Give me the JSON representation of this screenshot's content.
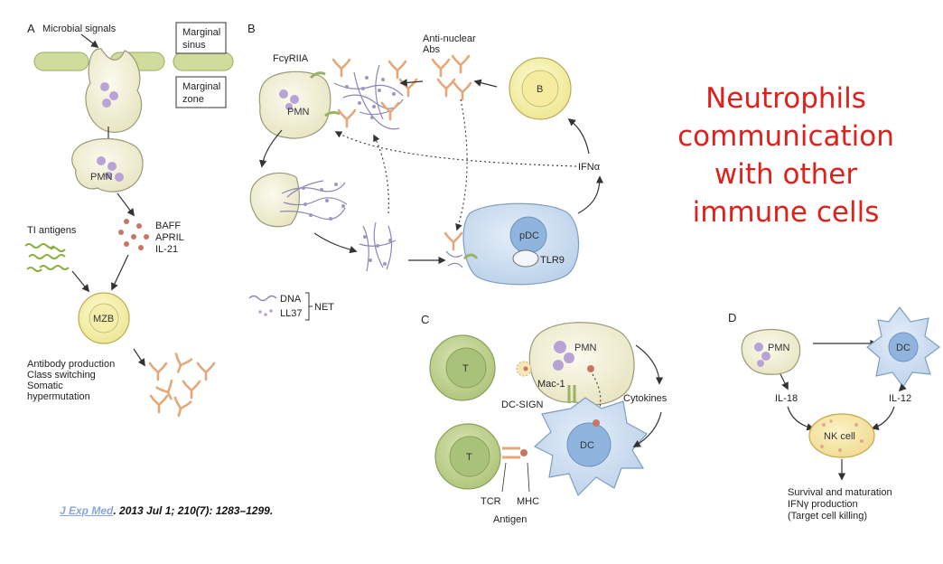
{
  "headline": [
    "Neutrophils",
    "communication",
    "with other",
    "immune cells"
  ],
  "citation": {
    "journal": "J Exp Med",
    "rest": ". 2013 Jul 1; 210(7): 1283–1299."
  },
  "panel_a": {
    "letter": "A",
    "microbial_signals": "Microbial signals",
    "marginal_sinus": [
      "Marginal",
      "sinus"
    ],
    "marginal_zone": [
      "Marginal",
      "zone"
    ],
    "pmn": "PMN",
    "ti_antigens": "TI antigens",
    "factors": [
      "BAFF",
      "APRIL",
      "IL-21"
    ],
    "mzb": "MZB",
    "outcomes": [
      "Antibody production",
      "Class switching",
      "Somatic",
      "hypermutation"
    ]
  },
  "panel_b": {
    "letter": "B",
    "fcr": "FcγRIIA",
    "pmn": "PMN",
    "anti_nuclear": [
      "Anti-nuclear",
      "Abs"
    ],
    "b_cell": "B",
    "ifn": "IFNα",
    "pdc": "pDC",
    "tlr9": "TLR9",
    "legend_dna": "DNA",
    "legend_ll37": "LL37",
    "legend_net": "NET"
  },
  "panel_c": {
    "letter": "C",
    "t": "T",
    "pmn": "PMN",
    "mac1": "Mac-1",
    "dcsign": "DC-SIGN",
    "cytokines": "Cytokines",
    "dc": "DC",
    "tcr": "TCR",
    "mhc": "MHC",
    "antigen": "Antigen"
  },
  "panel_d": {
    "letter": "D",
    "pmn": "PMN",
    "dc": "DC",
    "il18": "IL-18",
    "il12": "IL-12",
    "nk": "NK cell",
    "outcomes": [
      "Survival and maturation",
      "IFNγ production",
      "(Target cell killing)"
    ]
  },
  "colors": {
    "headline": "#e0201b",
    "cell_fill": "#f4f2d9",
    "cell_stroke": "#9a9a7a",
    "pmn_nucleus": "#b7a3d6",
    "b_cell": "#f6f1a8",
    "pdc_outer": "#cfe0f2",
    "pdc_nucleus": "#8fb4de",
    "t_cell": "#bcd08f",
    "antibody": "#e9b284",
    "net_dna": "#8a86b8",
    "ti_antigen": "#8bb03b",
    "cytokine_dot": "#c97563"
  }
}
